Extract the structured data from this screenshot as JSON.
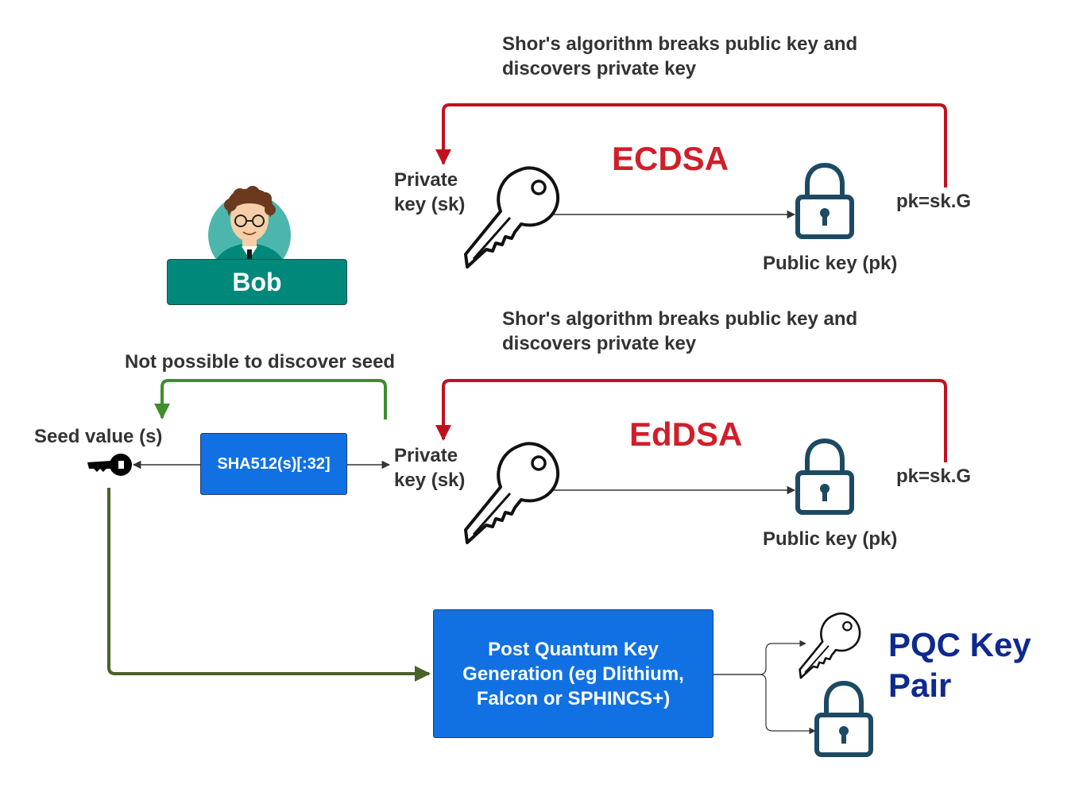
{
  "avatar": {
    "name": "Bob",
    "skin": "#F6CFA8",
    "hair": "#6B3A1E",
    "bg": "#4DB6AC",
    "shirt": "#00897B"
  },
  "ecdsa": {
    "title": "ECDSA",
    "attack_note": "Shor's algorithm breaks public key and\ndiscovers private key",
    "private_key_label": "Private\nkey (sk)",
    "public_key_label": "Public key (pk)",
    "formula": "pk=sk.G"
  },
  "eddsa": {
    "title": "EdDSA",
    "attack_note": "Shor's algorithm breaks public key and\ndiscovers private key",
    "private_key_label": "Private\nkey (sk)",
    "public_key_label": "Public key (pk)",
    "formula": "pk=sk.G"
  },
  "seed": {
    "label": "Seed value (s)",
    "hash_box": "SHA512(s)[:32]",
    "note": "Not possible to discover seed"
  },
  "pqc": {
    "box_label": "Post Quantum Key\nGeneration (eg Dlithium,\nFalcon or SPHINCS+)",
    "title": "PQC Key\nPair"
  },
  "colors": {
    "attack_arrow": "#C0111F",
    "seed_note_arrow": "#3E8E2B",
    "seed_to_pqc_arrow": "#4A6128",
    "connector": "#333333",
    "lock": "#1D4A63",
    "box_blue": "#1171E3",
    "title_red": "#D01F2A",
    "title_blue": "#0D2A8E"
  }
}
